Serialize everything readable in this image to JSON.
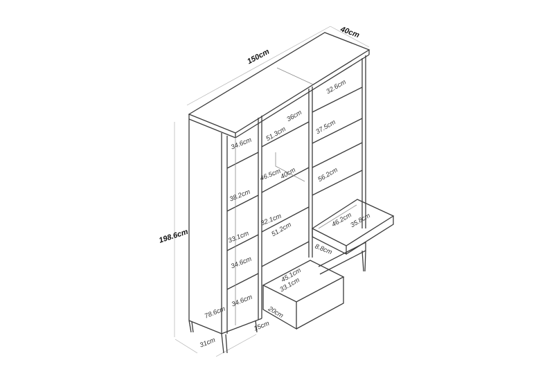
{
  "diagram": {
    "type": "furniture-dimension-drawing",
    "subject": "bookcase with shelves and drawers",
    "overall": {
      "width": "150cm",
      "depth": "40cm",
      "height": "198.6cm"
    },
    "left_column": {
      "shelf_heights": [
        "34.6cm",
        "38.2cm",
        "33.1cm",
        "34.6cm",
        "34.6cm"
      ],
      "base_height": "78.6cm",
      "leg_depth": "31cm"
    },
    "middle_column": {
      "top_compartment": {
        "height": "36cm",
        "width": "51.3cm"
      },
      "second_compartment": {
        "height": "46.5cm",
        "depth": "40cm"
      },
      "third_compartment": {
        "height": "32.1cm",
        "width": "51.2cm"
      },
      "leg_clearance": "15cm",
      "drawer": {
        "width": "45.1cm",
        "depth": "33.1cm",
        "height": "20cm"
      }
    },
    "right_column": {
      "shelf_heights": [
        "32.6cm",
        "37.5cm"
      ],
      "compartment_width": "56.2cm",
      "drawer": {
        "width": "46.2cm",
        "depth": "35.8cm",
        "height": "8.8cm"
      }
    }
  },
  "labels": {
    "width": "150cm",
    "depth": "40cm",
    "height": "198.6cm",
    "l1": "34.6cm",
    "l2": "38.2cm",
    "l3": "33.1cm",
    "l4": "34.6cm",
    "l5": "34.6cm",
    "base": "78.6cm",
    "leg": "31cm",
    "m_h1": "36cm",
    "m_w1": "51.3cm",
    "m_h2": "46.5cm",
    "m_d2": "40cm",
    "m_h3": "32.1cm",
    "m_w3": "51.2cm",
    "m_clear": "15cm",
    "m_dw": "45.1cm",
    "m_dd": "33.1cm",
    "m_dh": "20cm",
    "r_h1": "32.6cm",
    "r_h2": "37.5cm",
    "r_w": "56.2cm",
    "r_dw": "46.2cm",
    "r_dd": "35.8cm",
    "r_dh": "8.8cm"
  },
  "colors": {
    "line": "#3a3a3a",
    "dimension": "#b0b0b0",
    "background": "#ffffff"
  }
}
